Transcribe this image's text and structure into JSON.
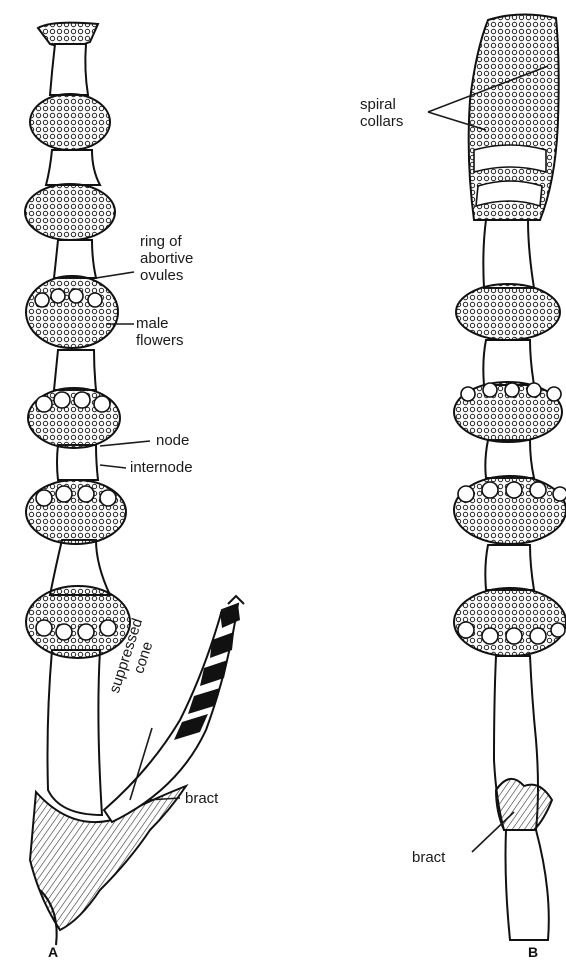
{
  "figure_a": {
    "letter": "A",
    "labels": {
      "ring_of_abortive_ovules": [
        "ring of",
        "abortive",
        "ovules"
      ],
      "male_flowers": [
        "male",
        "flowers"
      ],
      "node": "node",
      "internode": "internode",
      "suppressed_cone": [
        "suppressed",
        "cone"
      ],
      "bract": "bract"
    }
  },
  "figure_b": {
    "letter": "B",
    "labels": {
      "spiral_collars": [
        "spiral",
        "collars"
      ],
      "bract": "bract"
    }
  },
  "colors": {
    "ink": "#1a1a1a",
    "stipple": "#4a4a4a",
    "paper": "#ffffff"
  }
}
